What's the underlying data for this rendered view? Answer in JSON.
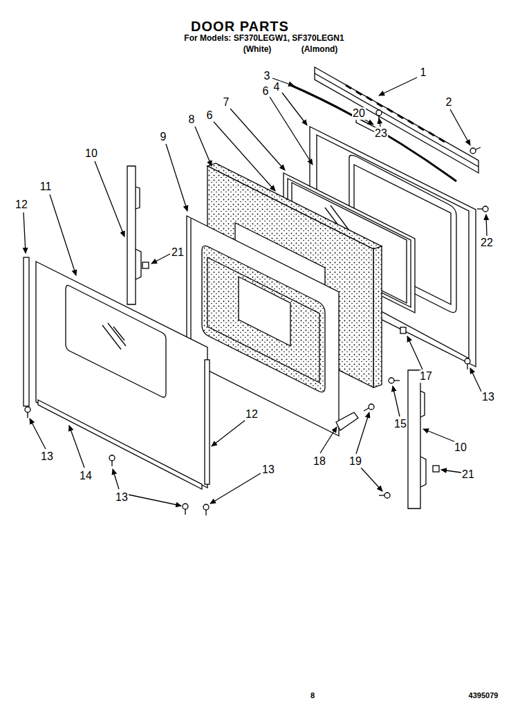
{
  "diagram": {
    "title": "DOOR PARTS",
    "labels": [
      "For Models: SF370LEGW1, SF370LEGN1",
      "(White)",
      "(Almond)",
      "1",
      "2",
      "3",
      "4",
      "6",
      "20",
      "23",
      "7",
      "6",
      "8",
      "9",
      "10",
      "11",
      "12",
      "22",
      "21",
      "17",
      "13",
      "15",
      "10",
      "21",
      "12",
      "13",
      "14",
      "18",
      "19",
      "13",
      "13",
      "8",
      "4395079"
    ]
  }
}
